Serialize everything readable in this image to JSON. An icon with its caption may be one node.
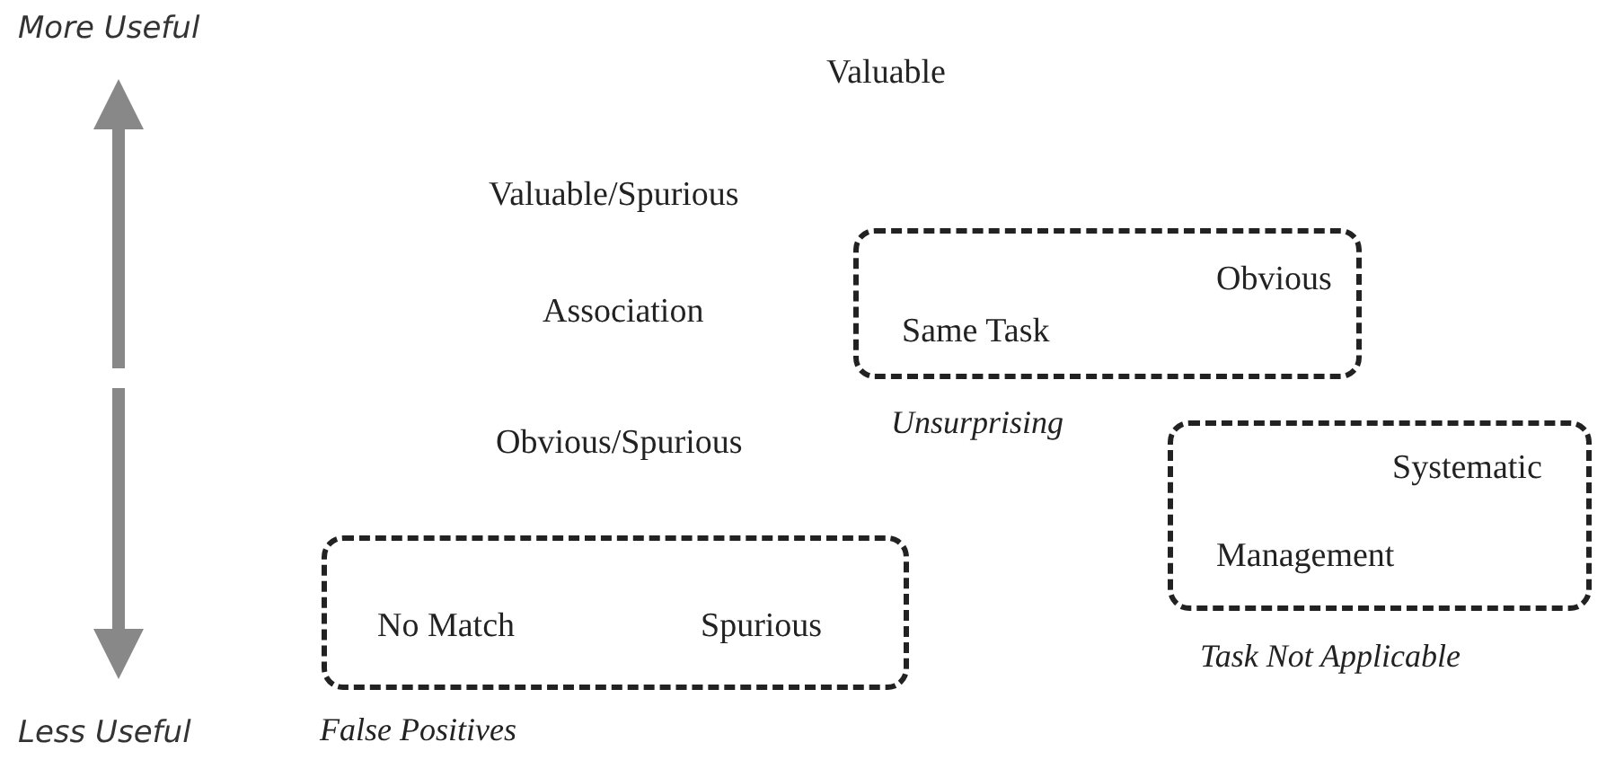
{
  "diagram": {
    "nodes": [
      {
        "text": [
          "Obvious",
          "Same Task",
          "Unsurprising"
        ]
      },
      {
        "text": [
          "Systematic",
          "Management",
          "Task Not Applicable"
        ]
      },
      {
        "text": [
          "No Match",
          "Spurious",
          "False Positives"
        ]
      }
    ],
    "labels": [
      "More Useful",
      "Valuable",
      "Valuable/Spurious",
      "Association",
      "Obvious/Spurious",
      "Less Useful"
    ]
  }
}
